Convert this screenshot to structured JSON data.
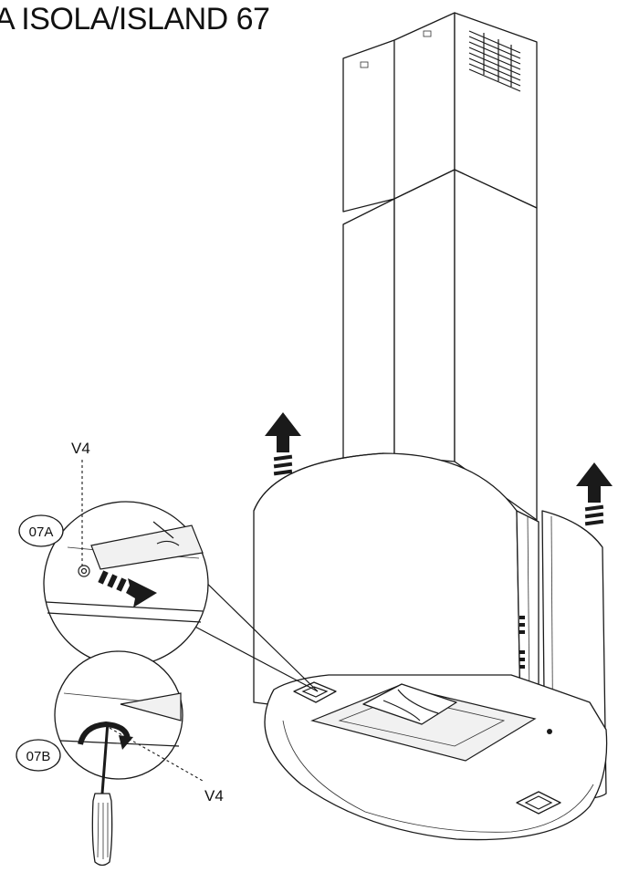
{
  "title": "A ISOLA/ISLAND 67",
  "labels": {
    "screw_top": "V4",
    "screw_bottom": "V4",
    "step_a": "07A",
    "step_b": "07B"
  },
  "colors": {
    "line": "#1a1a1a",
    "background": "#ffffff"
  },
  "icons": [
    "up-arrow-icon",
    "right-arrow-icon",
    "screwdriver-icon",
    "rotate-arrow-icon",
    "screw-icon"
  ]
}
